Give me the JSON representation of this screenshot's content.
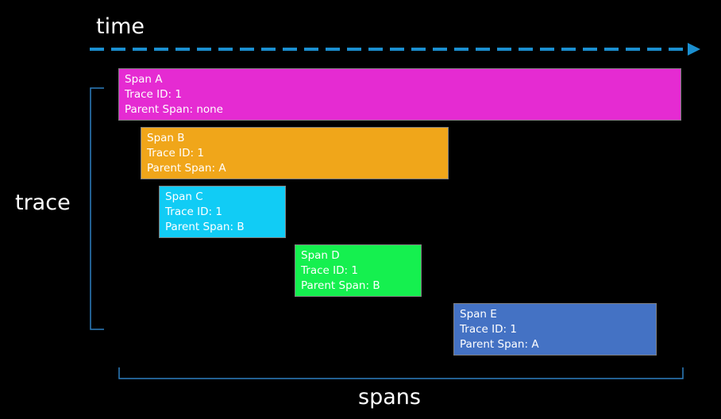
{
  "labels": {
    "time": "time",
    "trace": "trace",
    "spans": "spans"
  },
  "colors": {
    "background": "#000000",
    "time_arrow": "#1b8fd0",
    "bracket": "#2d7fc0",
    "span_border": "#7f7f7f"
  },
  "spans": [
    {
      "name": "Span A",
      "trace_id": "Trace ID: 1",
      "parent": "Parent Span: none",
      "color": "#e52bd2"
    },
    {
      "name": "Span B",
      "trace_id": "Trace ID: 1",
      "parent": "Parent Span: A",
      "color": "#f0a61a"
    },
    {
      "name": "Span C",
      "trace_id": "Trace ID: 1",
      "parent": "Parent Span: B",
      "color": "#11ccf5"
    },
    {
      "name": "Span D",
      "trace_id": "Trace ID: 1",
      "parent": "Parent Span: B",
      "color": "#15f04f"
    },
    {
      "name": "Span E",
      "trace_id": "Trace ID: 1",
      "parent": "Parent Span: A",
      "color": "#4472c4"
    }
  ]
}
